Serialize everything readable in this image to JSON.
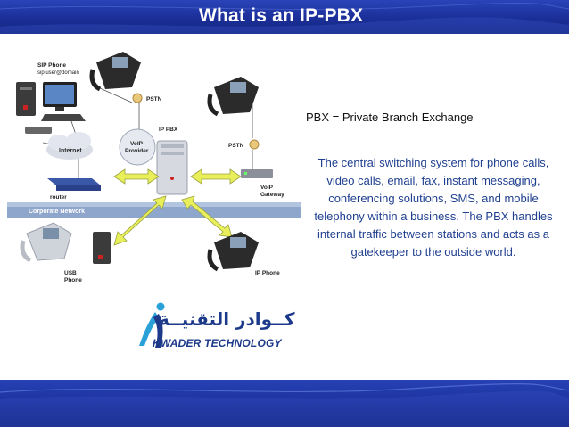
{
  "slide": {
    "title": "What is an IP-PBX",
    "subtitle": "PBX = Private Branch Exchange",
    "description": "The central switching system for phone calls, video calls, email, fax, instant messaging, conferencing solutions, SMS, and mobile telephony within a business. The PBX handles internal traffic between stations and acts as a gatekeeper to the outside world."
  },
  "diagram": {
    "labels": {
      "sip_phone": "SIP Phone",
      "sip_user": "sip.user@domain",
      "pstn_top": "PSTN",
      "internet": "Internet",
      "voip_provider_line1": "VoIP",
      "voip_provider_line2": "Provider",
      "ip_pbx": "IP PBX",
      "pstn_right": "PSTN",
      "router": "router",
      "voip_gateway_line1": "VoIP",
      "voip_gateway_line2": "Gateway",
      "corporate_network": "Corporate Network",
      "usb_phone_line1": "USB",
      "usb_phone_line2": "Phone",
      "ip_phone": "IP Phone"
    }
  },
  "logo": {
    "arabic": "كــوادر التقنيــة",
    "english": "KWADER TECHNOLOGY"
  },
  "colors": {
    "header_blue": "#1b2f98",
    "text_blue": "#1f3f8f",
    "arrow_yellow": "#e8ef5a",
    "network_band": "#8fa6cc"
  }
}
